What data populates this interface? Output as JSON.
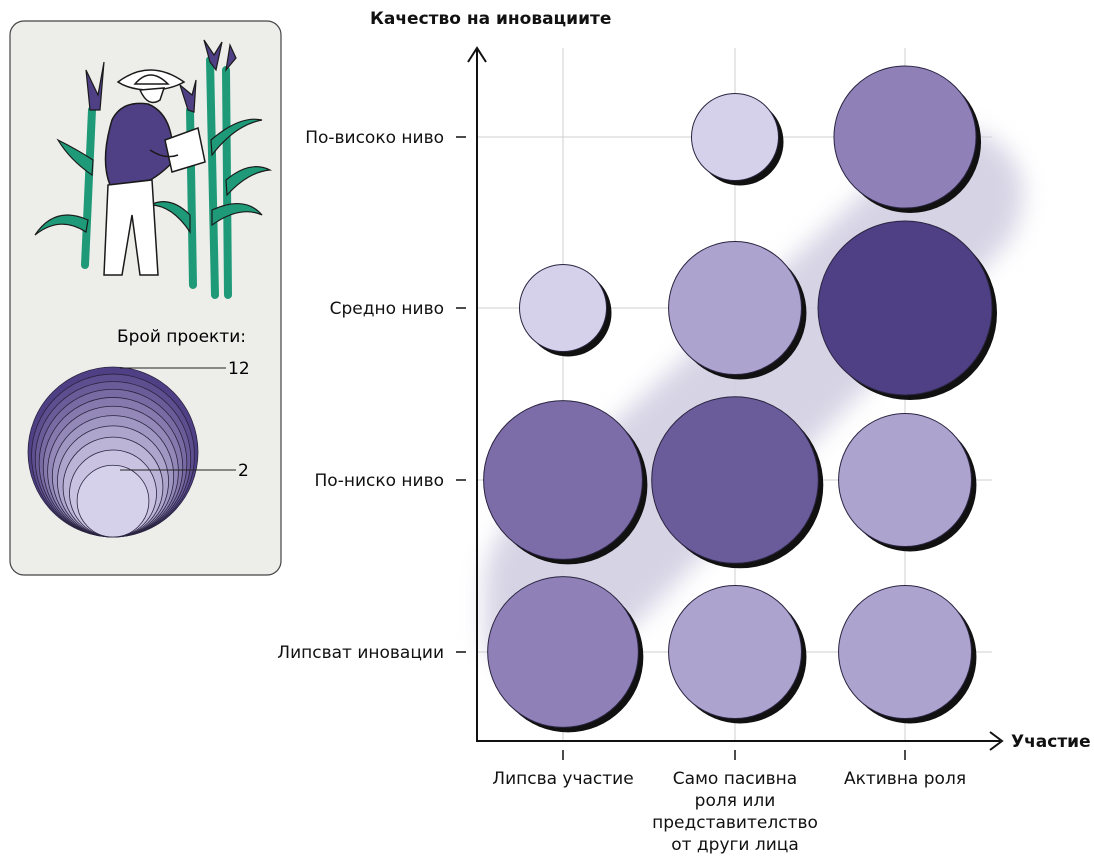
{
  "chart_data": {
    "type": "bubble",
    "y_axis_title": "Качество на иновациите",
    "x_axis_title": "Участие",
    "x_categories": [
      [
        "Липсва участие"
      ],
      [
        "Само пасивна",
        "роля или",
        "представителство",
        "от други лица"
      ],
      [
        "Активна роля"
      ]
    ],
    "y_categories": [
      "Липсват иновации",
      "По-ниско ниво",
      "Средно ниво",
      "По-високо ниво"
    ],
    "size_legend": {
      "title": "Брой проекти:",
      "max_label": "12",
      "min_label": "2"
    },
    "points": [
      {
        "x": 0,
        "y": 0,
        "projects": 9
      },
      {
        "x": 1,
        "y": 0,
        "projects": 7
      },
      {
        "x": 2,
        "y": 0,
        "projects": 7
      },
      {
        "x": 0,
        "y": 1,
        "projects": 10
      },
      {
        "x": 1,
        "y": 1,
        "projects": 11
      },
      {
        "x": 2,
        "y": 1,
        "projects": 7
      },
      {
        "x": 0,
        "y": 2,
        "projects": 3
      },
      {
        "x": 1,
        "y": 2,
        "projects": 7
      },
      {
        "x": 2,
        "y": 2,
        "projects": 12
      },
      {
        "x": 1,
        "y": 3,
        "projects": 3
      },
      {
        "x": 2,
        "y": 3,
        "projects": 8
      }
    ]
  },
  "colors": {
    "darkest": "#4f3f85",
    "dark": "#6a5b9a",
    "mid_dark": "#7c6ca8",
    "mid": "#9f94c2",
    "light": "#ada3cf",
    "lightest": "#d6d1ea",
    "trend_band": "#d4d1e3",
    "legend_bg": "#ededea"
  }
}
